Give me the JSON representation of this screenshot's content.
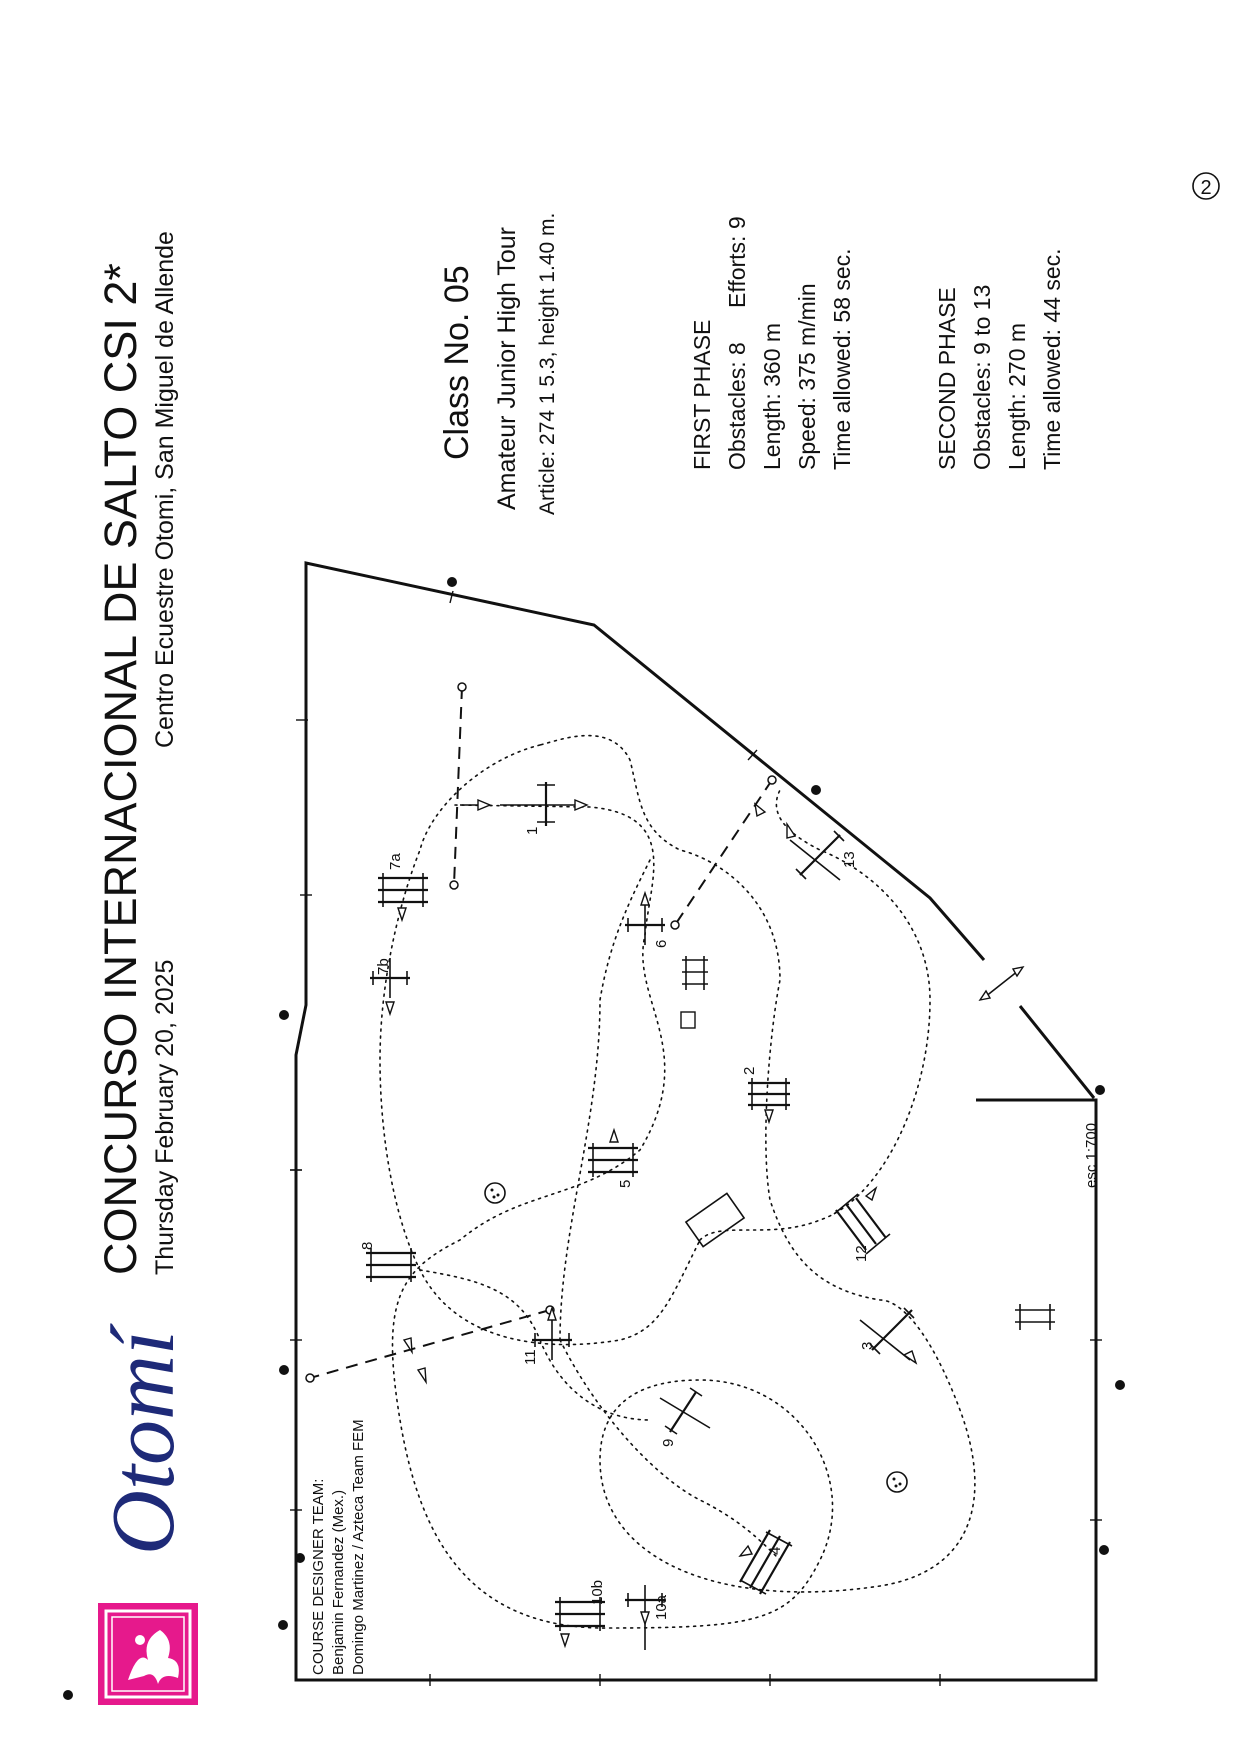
{
  "event": {
    "title": "CONCURSO INTERNACIONAL DE SALTO CSI 2*",
    "date": "Thursday February 20, 2025",
    "venue": "Centro Ecuestre Otomi, San Miguel de Allende"
  },
  "brand": {
    "logo_text": "Otomí",
    "logo_color": "#1e2a78",
    "emblem_color": "#e6198c"
  },
  "class_info": {
    "class_no": "Class No. 05",
    "name": "Amateur Junior High Tour",
    "article": "Article: 274 1 5.3, height 1.40 m."
  },
  "first_phase": {
    "heading": "FIRST PHASE",
    "obstacles": "Obstacles: 8",
    "efforts": "Efforts: 9",
    "length": "Length: 360 m",
    "speed": "Speed: 375 m/min",
    "time": "Time allowed: 58 sec."
  },
  "second_phase": {
    "heading": "SECOND PHASE",
    "obstacles": "Obstacles: 9 to 13",
    "length": "Length: 270 m",
    "time": "Time allowed: 44 sec."
  },
  "scale": "esc 1:700",
  "page_number": "2",
  "designers": {
    "heading": "COURSE DESIGNER TEAM:",
    "line1": "Benjamin Fernandez (Mex.)",
    "line2": "Domingo Martinez / Azteca Team FEM"
  },
  "obstacles": [
    {
      "label": "1"
    },
    {
      "label": "2"
    },
    {
      "label": "3"
    },
    {
      "label": "4"
    },
    {
      "label": "5"
    },
    {
      "label": "6"
    },
    {
      "label": "7a"
    },
    {
      "label": "7b"
    },
    {
      "label": "8"
    },
    {
      "label": "9"
    },
    {
      "label": "10a"
    },
    {
      "label": "10b"
    },
    {
      "label": "11"
    },
    {
      "label": "12"
    },
    {
      "label": "13"
    }
  ]
}
